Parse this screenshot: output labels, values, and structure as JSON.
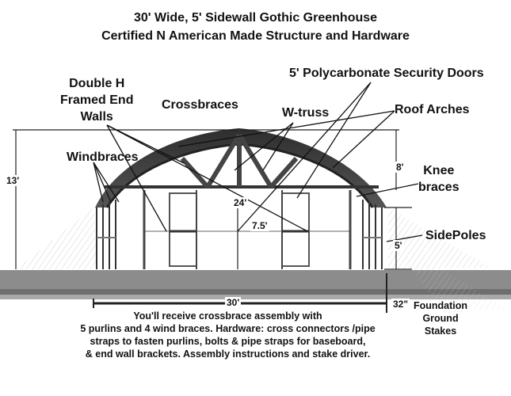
{
  "title": {
    "line1": "30' Wide, 5' Sidewall Gothic Greenhouse",
    "line2": "Certified N American Made Structure and Hardware"
  },
  "callouts": {
    "double_h": [
      "Double H",
      "Framed End",
      "Walls"
    ],
    "crossbraces": "Crossbraces",
    "security_doors": "5' Polycarbonate Security Doors",
    "w_truss": "W-truss",
    "roof_arches": "Roof Arches",
    "windbraces": "Windbraces",
    "knee_braces": [
      "Knee",
      "braces"
    ],
    "side_poles": "SidePoles"
  },
  "dimensions": {
    "total_height": "13'",
    "arch_height": "8'",
    "truss_span": "24'",
    "door_height": "7.5'",
    "sidewall": "5'",
    "width": "30'",
    "ground_stake": "32\""
  },
  "foundation_label": [
    "Foundation",
    "Ground",
    "Stakes"
  ],
  "description": [
    "You'll receive crossbrace assembly with",
    "5 purlins and 4 wind braces. Hardware: cross connectors /pipe",
    "straps to fasten purlins, bolts & pipe straps for baseboard,",
    "& end wall brackets.  Assembly instructions and stake driver."
  ],
  "colors": {
    "ground": "#8a8a8a",
    "frame": "#3a3a3a",
    "text": "#111111"
  }
}
